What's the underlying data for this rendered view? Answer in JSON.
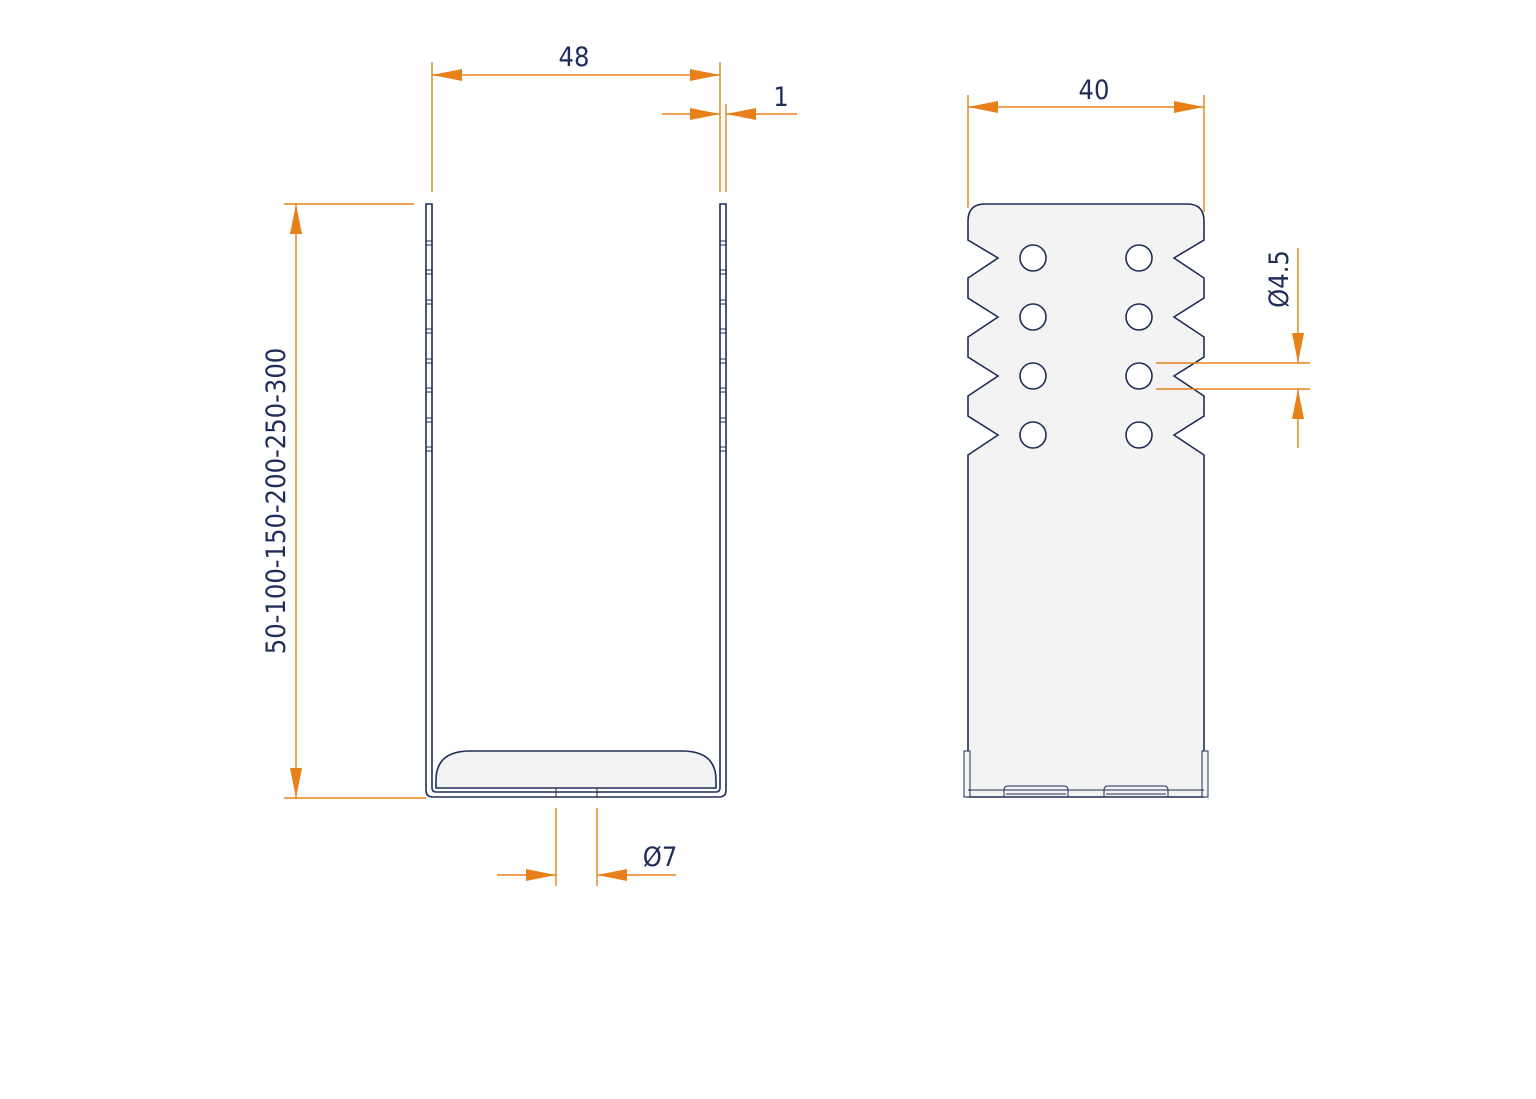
{
  "dimensions": {
    "width_outer": "48",
    "thickness": "1",
    "height_range": "50-100-150-200-250-300",
    "bottom_hole": "Ø7",
    "width_side": "40",
    "hole_diameter": "Ø4.5"
  },
  "colors": {
    "line": "#1f2d5a",
    "dimension": "#e8801a",
    "fill": "#f3f3f3"
  }
}
